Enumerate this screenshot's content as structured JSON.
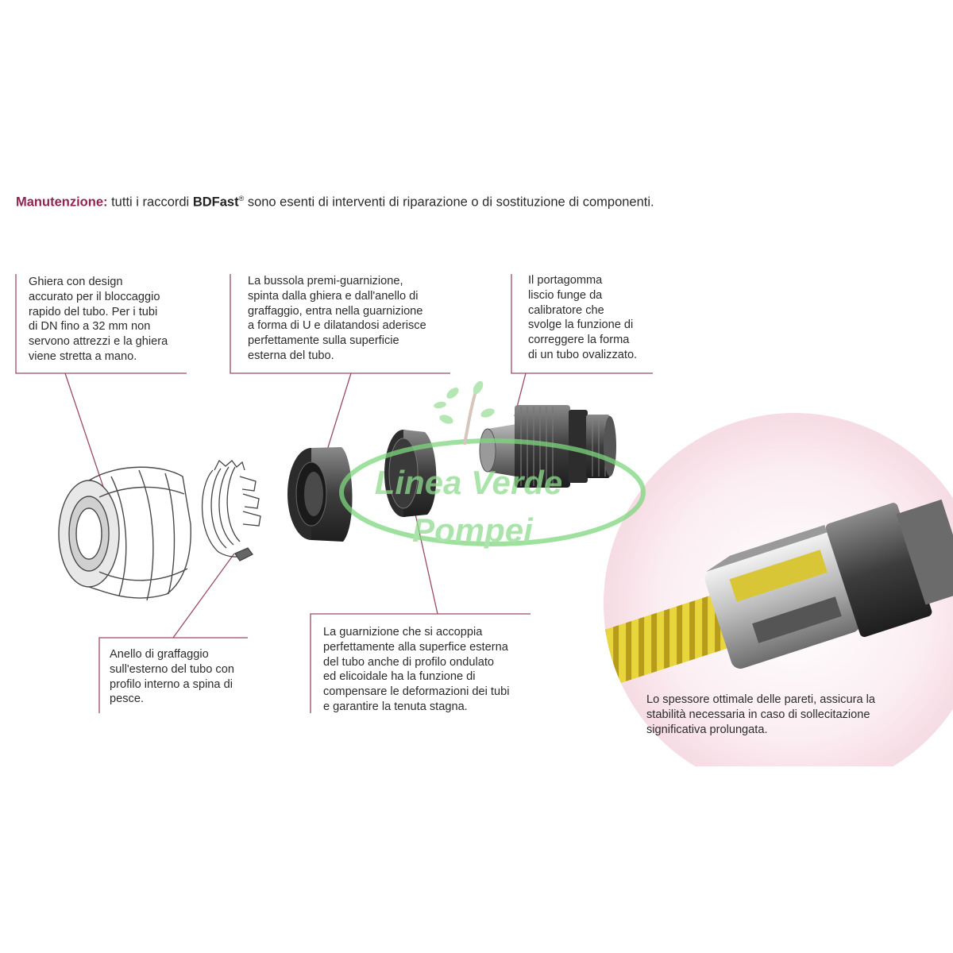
{
  "header": {
    "keyword": "Manutenzione:",
    "text_before": "tutti i raccordi",
    "brand": "BDFast",
    "brand_mark": "®",
    "text_after": "sono esenti di interventi di riparazione o di sostituzione di componenti."
  },
  "callouts": {
    "ghiera": "Ghiera con design\naccurato per il bloccaggio\nrapido del tubo. Per i tubi\ndi DN fino a 32 mm non\nservono attrezzi e la ghiera\nviene stretta a mano.",
    "bussola": "La bussola premi-guarnizione,\nspinta dalla ghiera e dall'anello di\ngraffaggio, entra nella guarnizione\na forma di U e dilatandosi aderisce\nperfettamente sulla superficie\nesterna del tubo.",
    "portagomma": "Il portagomma\nliscio funge da\ncalibratore che\nsvolge la funzione di\ncorreggere la forma\ndi un tubo ovalizzato.",
    "anello": "Anello di graffaggio\nsull'esterno del tubo con\nprofilo interno a spina di\npesce.",
    "guarnizione": "La guarnizione che si accoppia\nperfettamente alla superfice esterna\ndel tubo anche di profilo ondulato\ned elicoidale ha la funzione di\ncompensare le deformazioni dei tubi\ne garantire la tenuta stagna.",
    "spessore": "Lo spessore ottimale delle pareti, assicura la\nstabilità necessaria in caso di sollecitazione\nsignificativa prolungata."
  },
  "watermark": {
    "line1": "Linea Verde",
    "line2": "Pompei"
  },
  "colors": {
    "accent": "#8e2452",
    "frame_line": "#9b4a66",
    "watermark": "#7ed67e",
    "hose_yellow": "#e6d13a"
  }
}
